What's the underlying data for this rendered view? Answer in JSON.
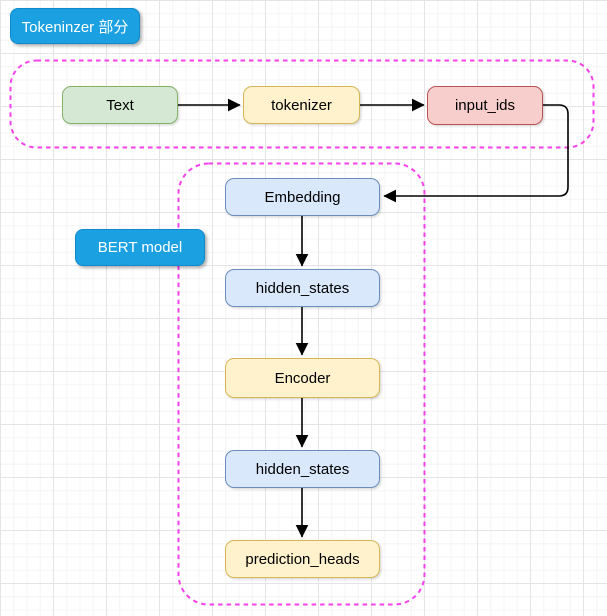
{
  "diagram": {
    "sections": [
      {
        "id": "tokenizer_region",
        "label": "Tokeninzer 部分"
      },
      {
        "id": "bert_region",
        "label": "BERT model"
      }
    ],
    "nodes": [
      {
        "id": "text",
        "label": "Text",
        "style": "green"
      },
      {
        "id": "tokenizer",
        "label": "tokenizer",
        "style": "yellow"
      },
      {
        "id": "input_ids",
        "label": "input_ids",
        "style": "red"
      },
      {
        "id": "embedding",
        "label": "Embedding",
        "style": "blue"
      },
      {
        "id": "hidden_states_1",
        "label": "hidden_states",
        "style": "blue"
      },
      {
        "id": "encoder",
        "label": "Encoder",
        "style": "yellow"
      },
      {
        "id": "hidden_states_2",
        "label": "hidden_states",
        "style": "blue"
      },
      {
        "id": "prediction_heads",
        "label": "prediction_heads",
        "style": "yellow"
      }
    ],
    "edges": [
      {
        "from": "text",
        "to": "tokenizer"
      },
      {
        "from": "tokenizer",
        "to": "input_ids"
      },
      {
        "from": "input_ids",
        "to": "embedding"
      },
      {
        "from": "embedding",
        "to": "hidden_states_1"
      },
      {
        "from": "hidden_states_1",
        "to": "encoder"
      },
      {
        "from": "encoder",
        "to": "hidden_states_2"
      },
      {
        "from": "hidden_states_2",
        "to": "prediction_heads"
      }
    ],
    "colors": {
      "section_border": "#F542EA",
      "section_label_bg": "#1BA1E2",
      "section_label_text": "#FFFFFF",
      "node_green_fill": "#D5E8D4",
      "node_green_border": "#82B366",
      "node_yellow_fill": "#FFF2CC",
      "node_yellow_border": "#D6B656",
      "node_red_fill": "#F8CECC",
      "node_red_border": "#B85450",
      "node_blue_fill": "#DAE8FC",
      "node_blue_border": "#6C8EBF",
      "arrow": "#000000"
    }
  }
}
